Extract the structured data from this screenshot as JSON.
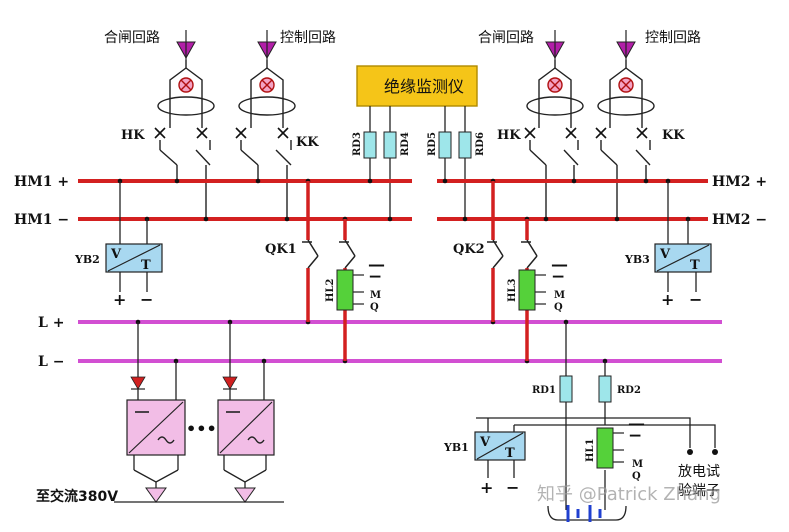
{
  "labels": {
    "close_circuit": "合闸回路",
    "control_circuit": "控制回路",
    "insulation_monitor": "绝缘监测仪",
    "hk": "HK",
    "kk": "KK",
    "hm1_plus": "HM1 +",
    "hm1_minus": "HM1 −",
    "hm2_plus": "HM2 +",
    "hm2_minus": "HM2 −",
    "l_plus": "L +",
    "l_minus": "L −",
    "rd3": "RD3",
    "rd4": "RD4",
    "rd5": "RD5",
    "rd6": "RD6",
    "rd1": "RD1",
    "rd2": "RD2",
    "qk1": "QK1",
    "qk2": "QK2",
    "hl1": "HL1",
    "hl2": "HL2",
    "hl3": "HL3",
    "yb1": "YB1",
    "yb2": "YB2",
    "yb3": "YB3",
    "v": "V",
    "t": "T",
    "m": "M",
    "q": "Q",
    "plus": "+",
    "minus": "−",
    "bar": "—",
    "dots": "•••",
    "ac_input": "至交流380V",
    "discharge_test_1": "放电试",
    "discharge_test_2": "验端子",
    "watermark": "知乎 @Patrick Zhang"
  },
  "colors": {
    "bus_red": "#d32020",
    "bus_magenta": "#d24fd2",
    "monitor_fill": "#f5c518",
    "fuse_fill": "#9ee6ea",
    "meter_fill": "#a8d8f0",
    "rectifier_fill": "#f2bde6",
    "lamp_fill": "#55d13a",
    "arrow_fill": "#b21fa8",
    "diode_fill": "#d02020",
    "battery_blue": "#2040d0"
  }
}
